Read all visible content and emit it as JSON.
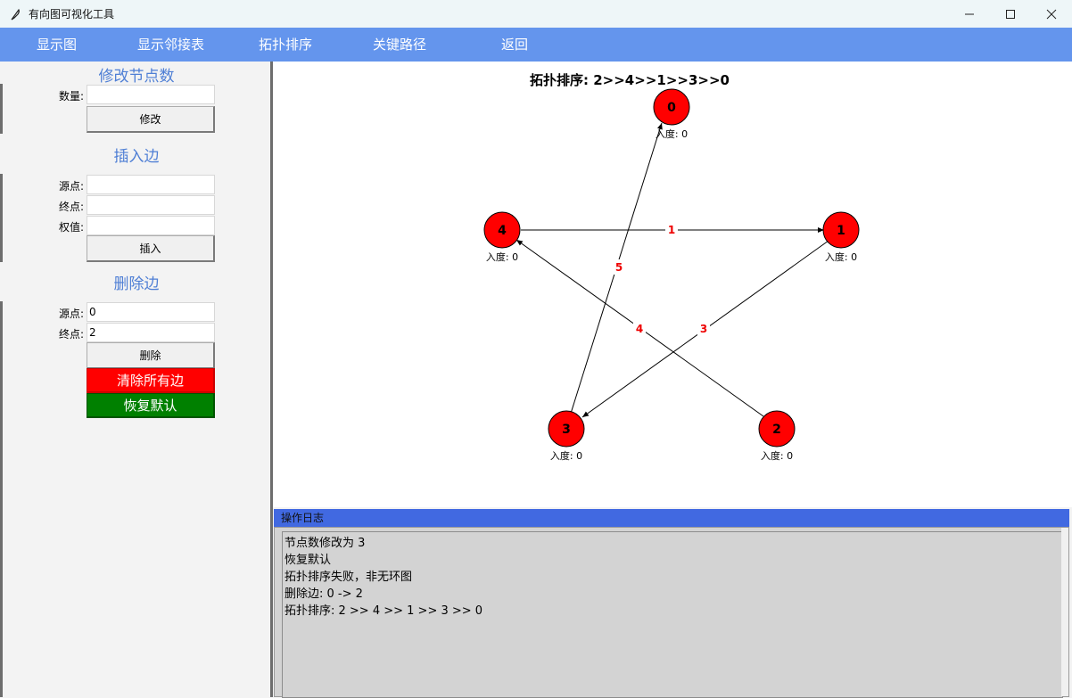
{
  "window": {
    "title": "有向图可视化工具",
    "icon": "feather-icon"
  },
  "menu": {
    "items": [
      "显示图",
      "显示邻接表",
      "拓扑排序",
      "关键路径",
      "返回"
    ]
  },
  "left_panel": {
    "modify_nodes": {
      "title": "修改节点数",
      "count_label": "数量:",
      "count_value": "",
      "button": "修改"
    },
    "insert_edge": {
      "title": "插入边",
      "source_label": "源点:",
      "target_label": "终点:",
      "weight_label": "权值:",
      "source_value": "",
      "target_value": "",
      "weight_value": "",
      "button": "插入"
    },
    "delete_edge": {
      "title": "删除边",
      "source_label": "源点:",
      "target_label": "终点:",
      "source_value": "0",
      "target_value": "2",
      "button": "删除"
    },
    "clear_button": "清除所有边",
    "restore_button": "恢复默认"
  },
  "graph": {
    "heading": "拓扑排序: 2>>4>>1>>3>>0",
    "node_color": "#ff0000",
    "indegree_label": "入度: 0",
    "nodes": [
      {
        "id": "0",
        "indegree": "入度: 0"
      },
      {
        "id": "1",
        "indegree": "入度: 0"
      },
      {
        "id": "2",
        "indegree": "入度: 0"
      },
      {
        "id": "3",
        "indegree": "入度: 0"
      },
      {
        "id": "4",
        "indegree": "入度: 0"
      }
    ],
    "edges": [
      {
        "from": "4",
        "to": "1",
        "weight": "1"
      },
      {
        "from": "1",
        "to": "3",
        "weight": "3"
      },
      {
        "from": "2",
        "to": "4",
        "weight": "4"
      },
      {
        "from": "3",
        "to": "0",
        "weight": "5"
      }
    ]
  },
  "log": {
    "title": "操作日志",
    "lines": [
      "节点数修改为 3",
      "恢复默认",
      "拓扑排序失败，非无环图",
      "删除边: 0 -> 2",
      "拓扑排序: 2 >> 4 >> 1 >> 3 >> 0"
    ]
  },
  "colors": {
    "menubar": "#6495ed",
    "section_title": "#4f7fd5",
    "log_header": "#4169e1",
    "clear_button": "#ff0000",
    "restore_button": "#008000"
  }
}
